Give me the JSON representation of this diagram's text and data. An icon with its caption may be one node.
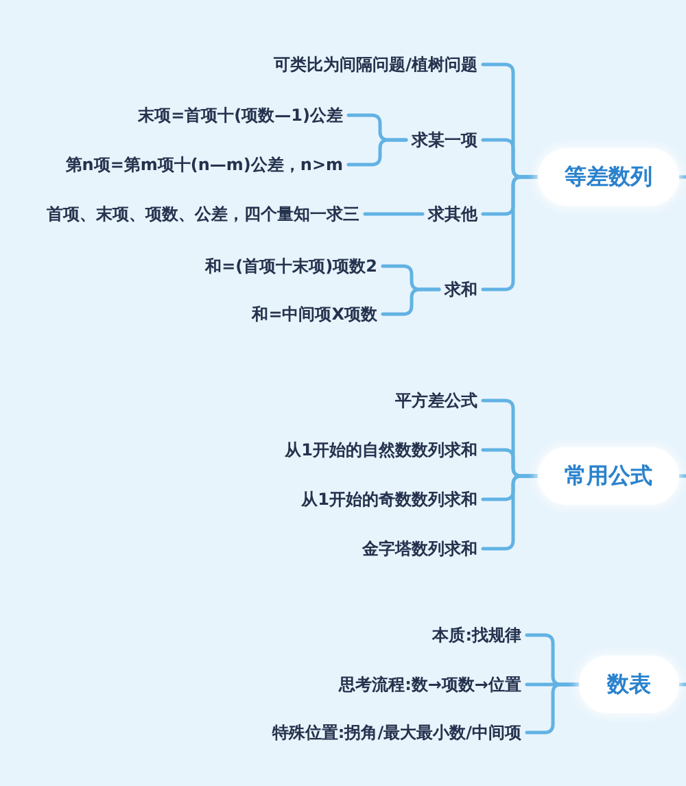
{
  "diagram": {
    "nodes": [
      {
        "text": [
          "可类比为间隔问题/植树问题"
        ]
      },
      {
        "text": [
          "末项=首项十(项数—1)公差"
        ]
      },
      {
        "text": [
          "求某一项"
        ]
      },
      {
        "text": [
          "第n项=第m项十(n—m)公差，n>m"
        ]
      },
      {
        "text": [
          "等差数列"
        ]
      },
      {
        "text": [
          "首项、末项、项数、公差，四个量知一求三"
        ]
      },
      {
        "text": [
          "求其他"
        ]
      },
      {
        "text": [
          "和=(首项十末项)项数2"
        ]
      },
      {
        "text": [
          "求和"
        ]
      },
      {
        "text": [
          "和=中间项X项数"
        ]
      },
      {
        "text": [
          "平方差公式"
        ]
      },
      {
        "text": [
          "从1开始的自然数数列求和"
        ]
      },
      {
        "text": [
          "常用公式"
        ]
      },
      {
        "text": [
          "从1开始的奇数数列求和"
        ]
      },
      {
        "text": [
          "金字塔数列求和"
        ]
      },
      {
        "text": [
          "本质:找规律"
        ]
      },
      {
        "text": [
          "思考流程:数→项数→位置"
        ]
      },
      {
        "text": [
          "数表"
        ]
      },
      {
        "text": [
          "特殊位置:拐角/最大最小数/中间项"
        ]
      }
    ],
    "edges": [
      {
        "from": 4,
        "to": 0,
        "arrow": "none"
      },
      {
        "from": 4,
        "to": 2,
        "arrow": "none"
      },
      {
        "from": 4,
        "to": 6,
        "arrow": "none"
      },
      {
        "from": 4,
        "to": 8,
        "arrow": "none"
      },
      {
        "from": 2,
        "to": 1,
        "arrow": "none"
      },
      {
        "from": 2,
        "to": 3,
        "arrow": "none"
      },
      {
        "from": 6,
        "to": 5,
        "arrow": "none"
      },
      {
        "from": 8,
        "to": 7,
        "arrow": "none"
      },
      {
        "from": 8,
        "to": 9,
        "arrow": "none"
      },
      {
        "from": 12,
        "to": 10,
        "arrow": "none"
      },
      {
        "from": 12,
        "to": 11,
        "arrow": "none"
      },
      {
        "from": 12,
        "to": 13,
        "arrow": "none"
      },
      {
        "from": 12,
        "to": 14,
        "arrow": "none"
      },
      {
        "from": 17,
        "to": 15,
        "arrow": "none"
      },
      {
        "from": 17,
        "to": 16,
        "arrow": "none"
      },
      {
        "from": 17,
        "to": 18,
        "arrow": "none"
      },
      {
        "from": 4,
        "to": null,
        "arrow": "none"
      },
      {
        "from": 12,
        "to": null,
        "arrow": "none"
      },
      {
        "from": 17,
        "to": null,
        "arrow": "none"
      }
    ]
  }
}
